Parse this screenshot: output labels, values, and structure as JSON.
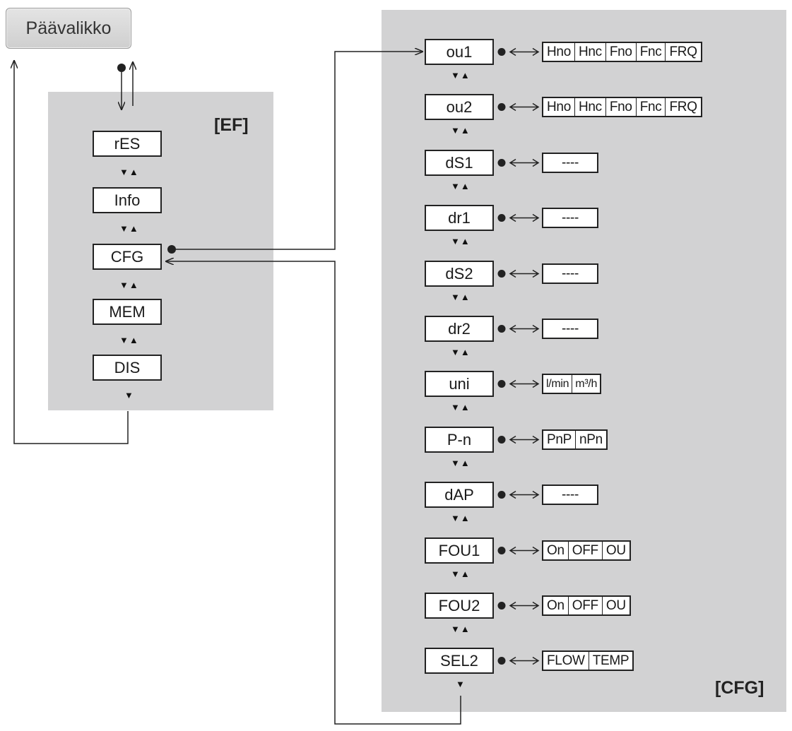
{
  "main_menu": {
    "label": "Päävalikko"
  },
  "ef_panel": {
    "tag": "[EF]",
    "items": [
      "rES",
      "Info",
      "CFG",
      "MEM",
      "DIS"
    ]
  },
  "cfg_panel": {
    "tag": "[CFG]",
    "items": [
      {
        "label": "ou1",
        "options": [
          "Hno",
          "Hnc",
          "Fno",
          "Fnc",
          "FRQ"
        ]
      },
      {
        "label": "ou2",
        "options": [
          "Hno",
          "Hnc",
          "Fno",
          "Fnc",
          "FRQ"
        ]
      },
      {
        "label": "dS1",
        "options": [
          "----"
        ]
      },
      {
        "label": "dr1",
        "options": [
          "----"
        ]
      },
      {
        "label": "dS2",
        "options": [
          "----"
        ]
      },
      {
        "label": "dr2",
        "options": [
          "----"
        ]
      },
      {
        "label": "uni",
        "options": [
          "l/min",
          "m³/h"
        ]
      },
      {
        "label": "P-n",
        "options": [
          "PnP",
          "nPn"
        ]
      },
      {
        "label": "dAP",
        "options": [
          "----"
        ]
      },
      {
        "label": "FOU1",
        "options": [
          "On",
          "OFF",
          "OU"
        ]
      },
      {
        "label": "FOU2",
        "options": [
          "On",
          "OFF",
          "OU"
        ]
      },
      {
        "label": "SEL2",
        "options": [
          "FLOW",
          "TEMP"
        ]
      }
    ]
  },
  "symbols": {
    "nav": "▼▲",
    "down": "▼",
    "select": "●",
    "exchange": "<=>"
  },
  "colors": {
    "panel": "#d2d2d3",
    "line": "#222222",
    "box_fill": "#ffffff"
  }
}
